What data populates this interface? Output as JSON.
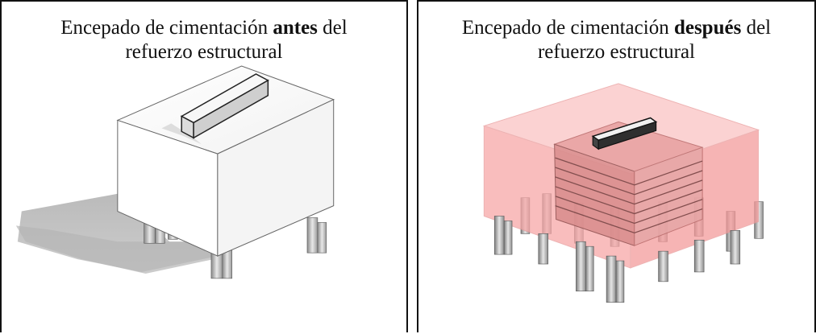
{
  "left_panel": {
    "caption_prefix": "Encepado de cimentación ",
    "caption_emphasis": "antes",
    "caption_suffix": " del",
    "caption_line2": "refuerzo estructural"
  },
  "right_panel": {
    "caption_prefix": "Encepado de cimentación ",
    "caption_emphasis": "después",
    "caption_suffix": " del",
    "caption_line2": "refuerzo estructural"
  },
  "colors": {
    "cap_white": "#ffffff",
    "cap_shade": "#e6e6e6",
    "shadow": "#a8a8a8",
    "reinforcement_pink": "#f7a6a6",
    "column_dark": "#2e2e2e",
    "pile_gray": "#b0b0b0"
  }
}
